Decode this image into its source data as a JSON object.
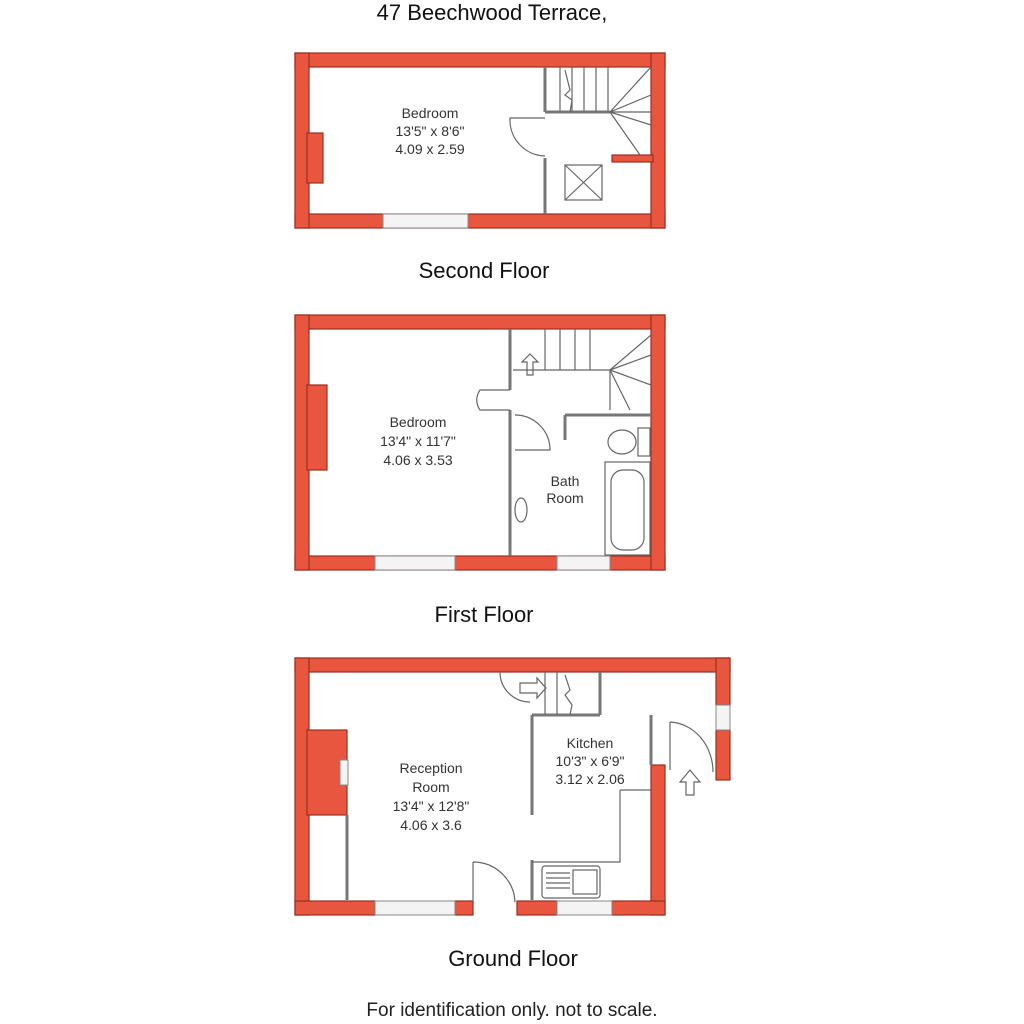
{
  "header": {
    "address": "47 Beechwood Terrace,"
  },
  "floors": [
    {
      "name": "Second Floor",
      "rooms": [
        {
          "name": "Bedroom",
          "imperial": "13'5\" x 8'6\"",
          "metric": "4.09 x 2.59"
        }
      ]
    },
    {
      "name": "First Floor",
      "rooms": [
        {
          "name": "Bedroom",
          "imperial": "13'4\" x 11'7\"",
          "metric": "4.06 x 3.53"
        },
        {
          "name_line1": "Bath",
          "name_line2": "Room"
        }
      ]
    },
    {
      "name": "Ground Floor",
      "rooms": [
        {
          "name_line1": "Reception",
          "name_line2": "Room",
          "imperial": "13'4\" x 12'8\"",
          "metric": "4.06 x 3.6"
        },
        {
          "name": "Kitchen",
          "imperial": "10'3\" x 6'9\"",
          "metric": "3.12 x 2.06"
        }
      ]
    }
  ],
  "footer": {
    "disclaimer": "For identification only. not to scale."
  },
  "colors": {
    "wall": "#e8563f"
  }
}
